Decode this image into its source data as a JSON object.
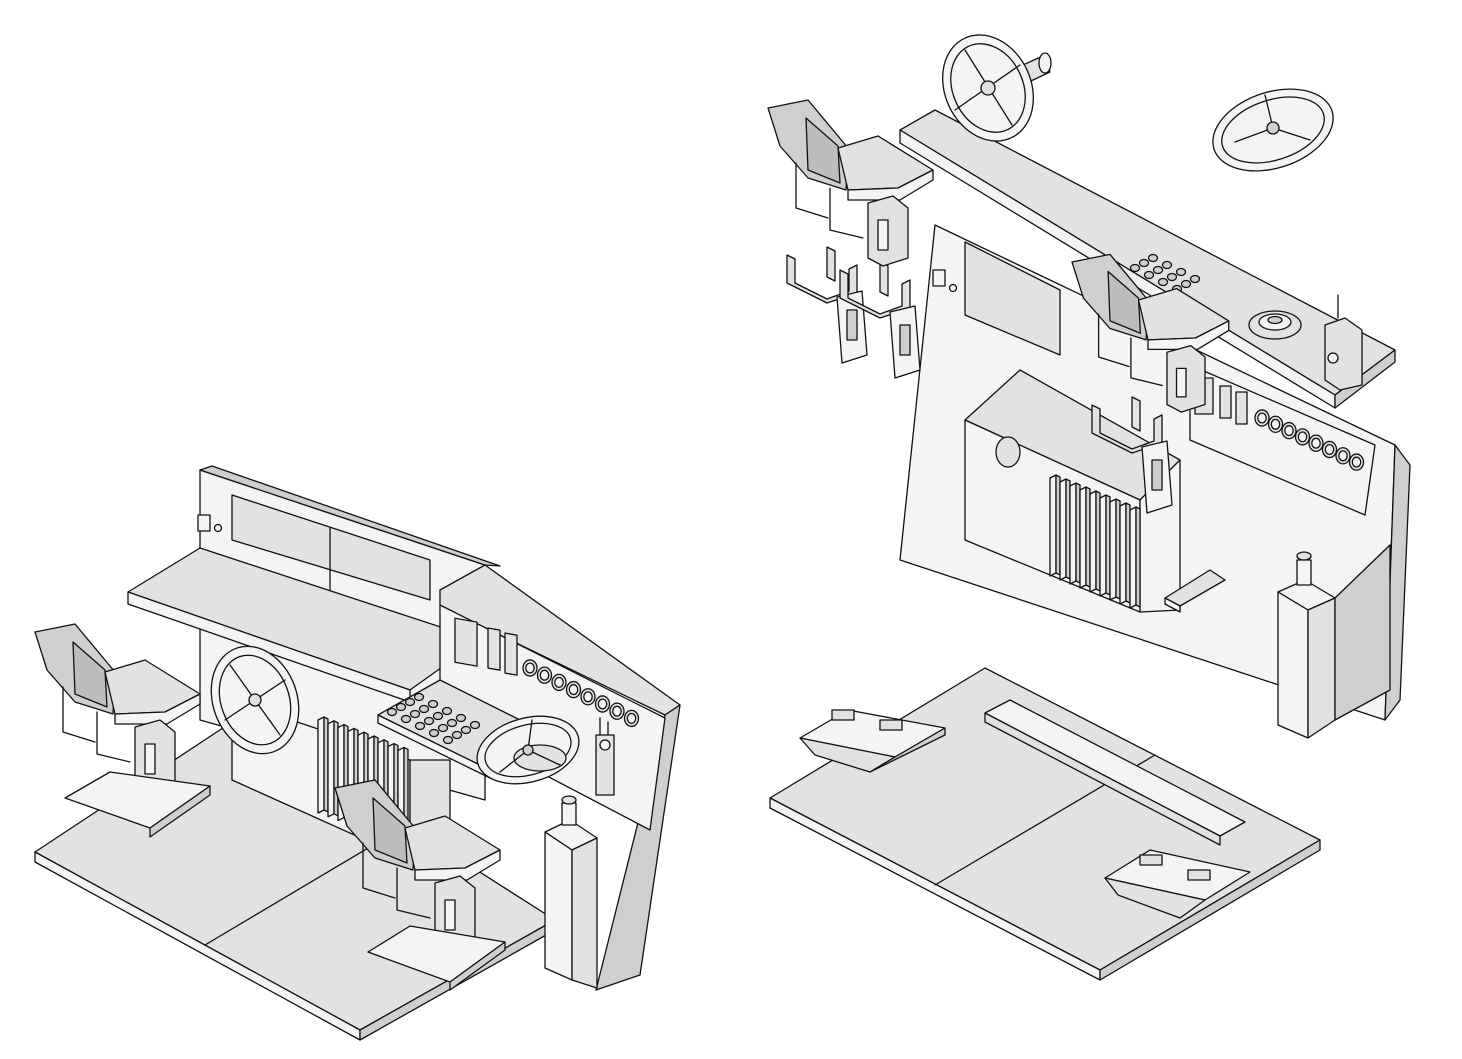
{
  "figure": {
    "background": "#ffffff",
    "line_color": "#111111",
    "shades": [
      "#f4f4f4",
      "#e2e2e2",
      "#cfcfcf",
      "#bdbdbd"
    ]
  },
  "assembled_view": {
    "seat_count": 2,
    "gauge_count": 8,
    "switch_count": 20,
    "radiator_fins": 9
  },
  "exploded_view": {
    "seat_count": 2,
    "bracket_count": 2,
    "gauge_count": 8,
    "radiator_fins": 9,
    "floor_seat_bases": 2
  }
}
